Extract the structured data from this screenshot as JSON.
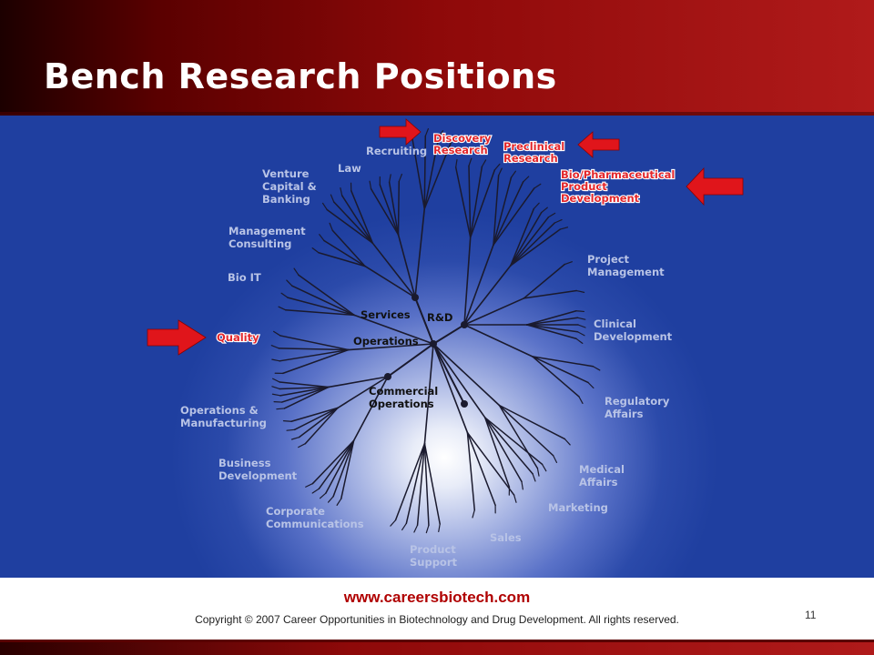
{
  "slide": {
    "title": "Bench Research Positions",
    "url": "www.careersbiotech.com",
    "copyright": "Copyright © 2007 Career Opportunities in Biotechnology and Drug Development. All rights reserved.",
    "page_number": "11"
  },
  "diagram": {
    "hubs": {
      "services": "Services",
      "rd": "R&D",
      "operations": "Operations",
      "commercial": [
        "Commercial",
        "Operations"
      ]
    },
    "branches": {
      "recruiting": [
        "Recruiting"
      ],
      "law": [
        "Law"
      ],
      "venture": [
        "Venture",
        "Capital &",
        "Banking"
      ],
      "management": [
        "Management",
        "Consulting"
      ],
      "bioit": [
        "Bio IT"
      ],
      "quality": [
        "Quality"
      ],
      "opsmfg": [
        "Operations &",
        "Manufacturing"
      ],
      "bizdev": [
        "Business",
        "Development"
      ],
      "corpcomm": [
        "Corporate",
        "Communications"
      ],
      "prodsupport": [
        "Product",
        "Support"
      ],
      "sales": [
        "Sales"
      ],
      "marketing": [
        "Marketing"
      ],
      "medaffairs": [
        "Medical",
        "Affairs"
      ],
      "regaffairs": [
        "Regulatory",
        "Affairs"
      ],
      "clindev": [
        "Clinical",
        "Development"
      ],
      "projmgmt": [
        "Project",
        "Management"
      ],
      "biopharma": [
        "Bio/Pharmaceutical",
        "Product",
        "Development"
      ],
      "preclinical": [
        "Preclinical",
        "Research"
      ],
      "discovery": [
        "Discovery",
        "Research"
      ]
    },
    "highlighted": [
      "discovery",
      "preclinical",
      "biopharma",
      "quality"
    ],
    "colors": {
      "highlight_text": "#e3262b",
      "arrow": "#e0151b",
      "branch_line": "#1a1a2e",
      "label_text": "#b8c3e6"
    }
  }
}
